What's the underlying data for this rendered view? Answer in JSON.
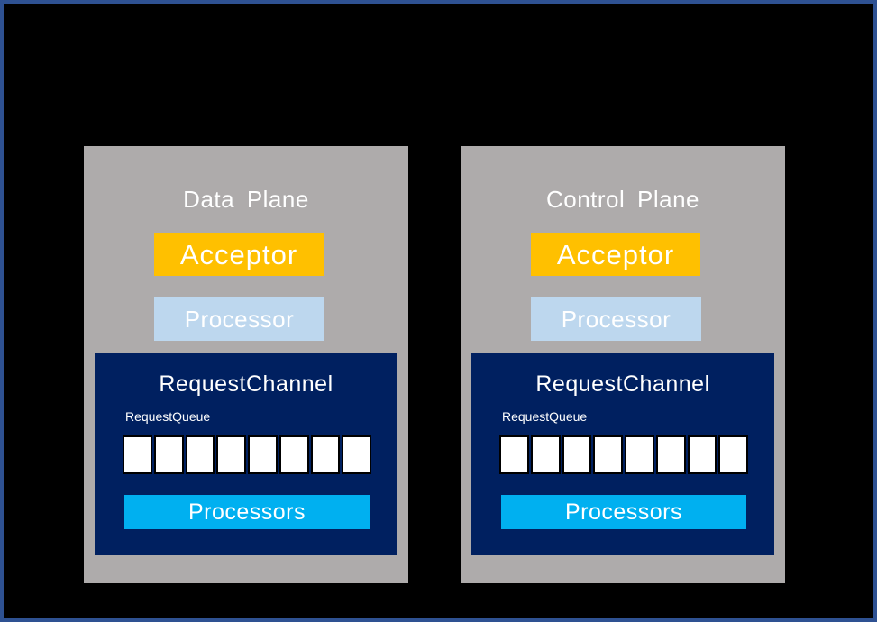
{
  "colors": {
    "background": "#000000",
    "frame_border": "#2e5192",
    "panel_bg": "#aeabab",
    "acceptor_bg": "#ffc000",
    "processor_bg": "#bdd7ee",
    "channel_bg": "#002060",
    "processors_bg": "#00b0f0",
    "slot_bg": "#ffffff",
    "slot_border": "#000000",
    "text": "#ffffff"
  },
  "panels": [
    {
      "title": "Data Plane",
      "acceptor": "Acceptor",
      "processor": "Processor",
      "channel": {
        "title": "RequestChannel",
        "queue_label": "RequestQueue",
        "queue_slot_count": 8,
        "processors": "Processors"
      }
    },
    {
      "title": "Control Plane",
      "acceptor": "Acceptor",
      "processor": "Processor",
      "channel": {
        "title": "RequestChannel",
        "queue_label": "RequestQueue",
        "queue_slot_count": 8,
        "processors": "Processors"
      }
    }
  ]
}
